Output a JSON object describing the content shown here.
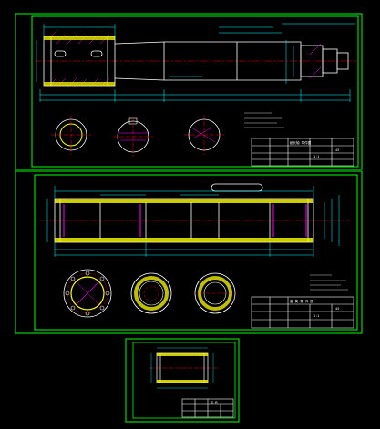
{
  "colors": {
    "background": "#000000",
    "frame": "#00ff00",
    "part_outline": "#ffffff",
    "center_line": "#ff0000",
    "hatch": "#ff00ff",
    "dimension": "#00ffff",
    "wall_fill": "#ffff00",
    "blue_line": "#0000ff"
  },
  "sheet1": {
    "title_block_title": "细长轴 零件图",
    "material": "45",
    "scale": "1:1"
  },
  "sheet2": {
    "title_block_title": "套 筒 零 件 图",
    "material": "45",
    "scale": "1:1"
  },
  "sheet3": {
    "title_block_title": "套 筒"
  }
}
